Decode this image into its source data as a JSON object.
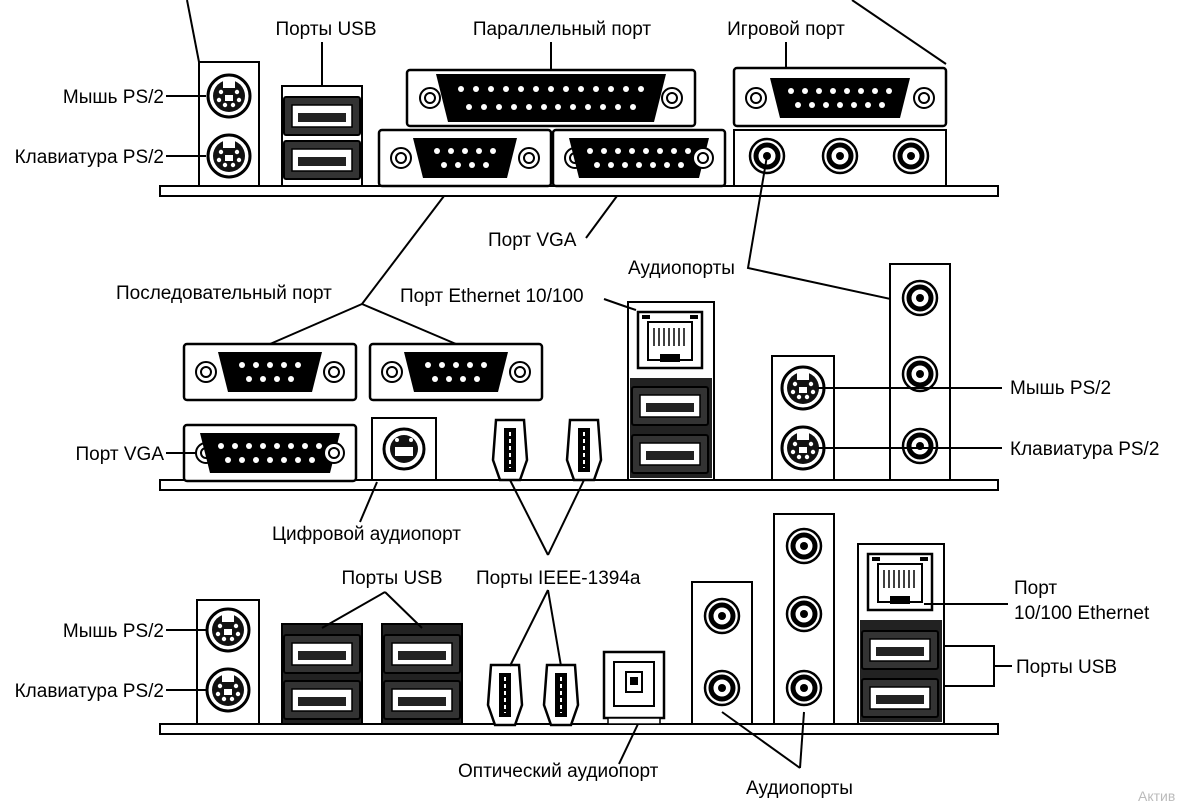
{
  "labels": {
    "top_mouse_ps2": "Мышь PS/2",
    "top_keyboard_ps2": "Клавиатура PS/2",
    "top_usb": "Порты USB",
    "parallel": "Параллельный порт",
    "game": "Игровой порт",
    "vga_top": "Порт VGA",
    "audio_top": "Аудиопорты",
    "serial": "Последовательный порт",
    "ethernet_mid": "Порт Ethernet 10/100",
    "mid_mouse_ps2": "Мышь PS/2",
    "mid_keyboard_ps2": "Клавиатура PS/2",
    "vga_mid": "Порт VGA",
    "digital_audio": "Цифровой аудиопорт",
    "bot_usb": "Порты USB",
    "ieee1394": "Порты IEEE-1394a",
    "bot_mouse_ps2": "Мышь PS/2",
    "bot_keyboard_ps2": "Клавиатура PS/2",
    "ethernet_bot_line1": "Порт",
    "ethernet_bot_line2": "10/100 Ethernet",
    "usb_right": "Порты USB",
    "optical_audio": "Оптический аудиопорт",
    "audio_bottom": "Аудиопорты",
    "watermark": "Актив"
  }
}
